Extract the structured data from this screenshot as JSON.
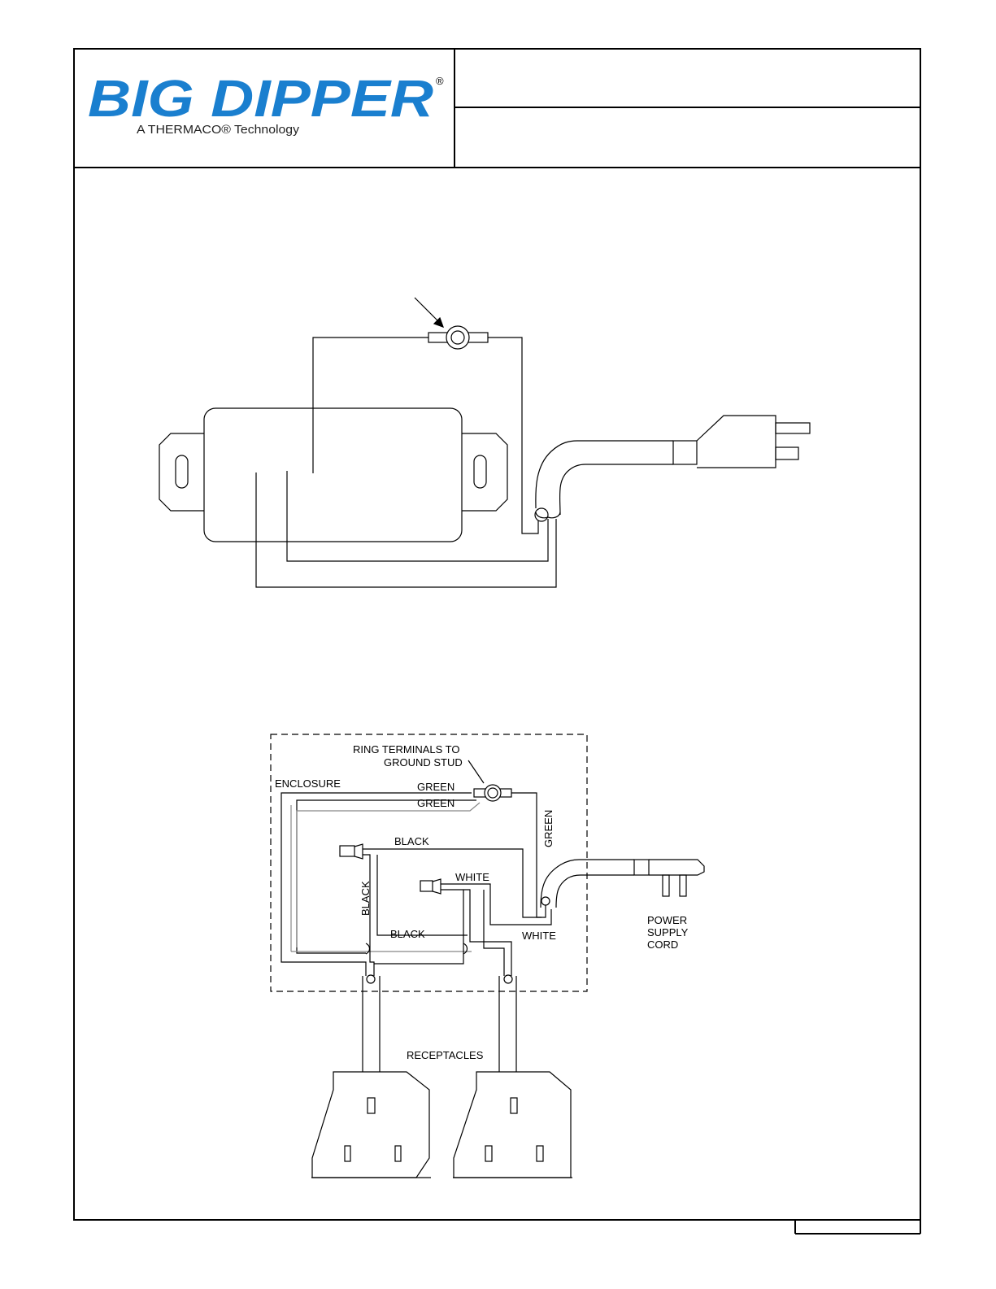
{
  "brand": {
    "name": "BIG DIPPER",
    "registered": "®",
    "tagline": "A THERMACO® Technology",
    "color": "#1a7fcf"
  },
  "header": {
    "title": "",
    "subtitle": ""
  },
  "wiring": {
    "ground_note_line1": "RING TERMINALS TO",
    "ground_note_line2": "GROUND STUD",
    "enclosure": "ENCLOSURE",
    "green_top": "GREEN",
    "green_second": "GREEN",
    "green_vertical": "GREEN",
    "black_top": "BLACK",
    "black_vertical": "BLACK",
    "black_lower": "BLACK",
    "white_top": "WHITE",
    "white_lower": "WHITE",
    "power_line1": "POWER",
    "power_line2": "SUPPLY",
    "power_line3": "CORD",
    "receptacles": "RECEPTACLES"
  },
  "footer": {
    "page_box": ""
  },
  "colors": {
    "ink": "#000000",
    "grey_wire": "#888888"
  }
}
